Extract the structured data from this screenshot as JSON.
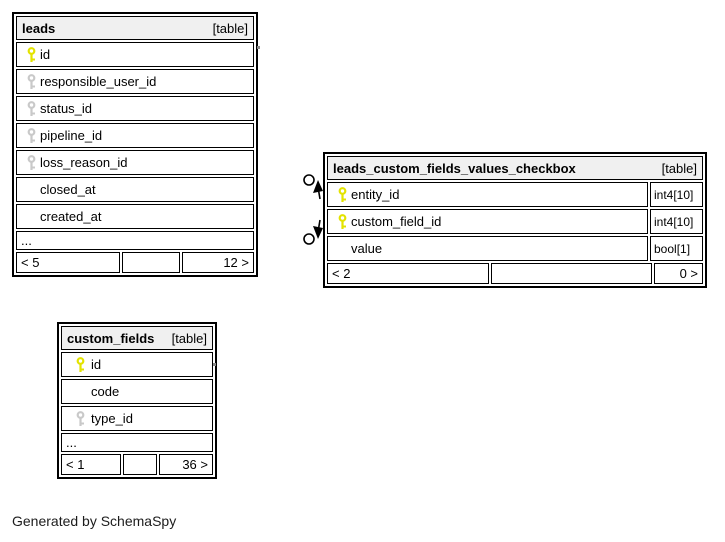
{
  "diagram": {
    "footer_note": "Generated by SchemaSpy",
    "colors": {
      "header_bg": "#f0f0f0",
      "border": "#000000",
      "primary_key": "#e3e300",
      "foreign_key": "#c9c9c9"
    },
    "tables": [
      {
        "title": "leads",
        "badge": "[table]",
        "columns": [
          {
            "name": "id",
            "key": "primary"
          },
          {
            "name": "responsible_user_id",
            "key": "foreign"
          },
          {
            "name": "status_id",
            "key": "foreign"
          },
          {
            "name": "pipeline_id",
            "key": "foreign"
          },
          {
            "name": "loss_reason_id",
            "key": "foreign"
          },
          {
            "name": "closed_at",
            "key": "none"
          },
          {
            "name": "created_at",
            "key": "none"
          }
        ],
        "more_indicator": "...",
        "footer": {
          "left": "< 5",
          "middle": "",
          "right": "12 >"
        }
      },
      {
        "title": "leads_custom_fields_values_checkbox",
        "badge": "[table]",
        "columns": [
          {
            "name": "entity_id",
            "key": "primary",
            "type": "int4[10]"
          },
          {
            "name": "custom_field_id",
            "key": "primary",
            "type": "int4[10]"
          },
          {
            "name": "value",
            "key": "none",
            "type": "bool[1]"
          }
        ],
        "footer": {
          "left": "< 2",
          "middle": "",
          "right": "0 >"
        }
      },
      {
        "title": "custom_fields",
        "badge": "[table]",
        "columns": [
          {
            "name": "id",
            "key": "primary"
          },
          {
            "name": "code",
            "key": "none"
          },
          {
            "name": "type_id",
            "key": "foreign"
          }
        ],
        "more_indicator": "...",
        "footer": {
          "left": "< 1",
          "middle": "",
          "right": "36 >"
        }
      }
    ],
    "connectors": [
      {
        "to_column": "entity_id",
        "glyph": "circle-arrow"
      },
      {
        "to_column": "custom_field_id",
        "glyph": "circle-arrow"
      }
    ]
  }
}
